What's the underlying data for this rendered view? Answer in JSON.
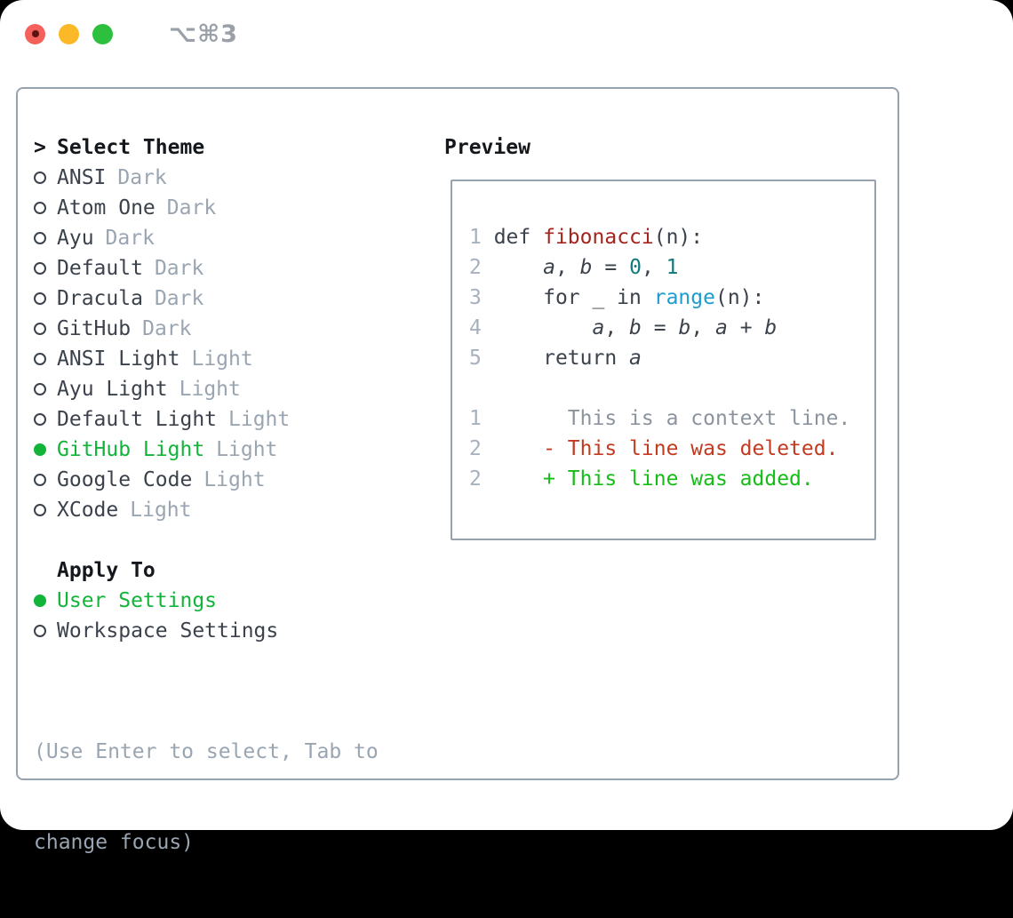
{
  "window": {
    "shortcut": "⌥⌘3"
  },
  "colors": {
    "tl-red": "#f4605a",
    "tl-red-dot": "#5c1210",
    "tl-yellow": "#fbb927",
    "tl-green": "#2dbf3e",
    "border": "#98a2ac",
    "black": "#14181d",
    "fg": "#3b424c",
    "gray": "#9aa5b2",
    "gray2": "#9aa0a8",
    "green": "#12b43a",
    "ln": "#a7b1be",
    "fn": "#a5231d",
    "num": "#10797e",
    "builtin": "#1e9cd2",
    "ctx": "#8b949e",
    "del": "#c33a20",
    "add": "#16bd16"
  },
  "theme_picker": {
    "selector": ">",
    "header": "Select Theme",
    "items": [
      {
        "label": "ANSI",
        "tag": "Dark",
        "selected": false
      },
      {
        "label": "Atom One",
        "tag": "Dark",
        "selected": false
      },
      {
        "label": "Ayu",
        "tag": "Dark",
        "selected": false
      },
      {
        "label": "Default",
        "tag": "Dark",
        "selected": false
      },
      {
        "label": "Dracula",
        "tag": "Dark",
        "selected": false
      },
      {
        "label": "GitHub",
        "tag": "Dark",
        "selected": false
      },
      {
        "label": "ANSI Light",
        "tag": "Light",
        "selected": false
      },
      {
        "label": "Ayu Light",
        "tag": "Light",
        "selected": false
      },
      {
        "label": "Default Light",
        "tag": "Light",
        "selected": false
      },
      {
        "label": "GitHub Light",
        "tag": "Light",
        "selected": true
      },
      {
        "label": "Google Code",
        "tag": "Light",
        "selected": false
      },
      {
        "label": "XCode",
        "tag": "Light",
        "selected": false
      }
    ]
  },
  "apply_to": {
    "header": "Apply To",
    "options": [
      {
        "label": "User Settings",
        "selected": true
      },
      {
        "label": "Workspace Settings",
        "selected": false
      }
    ]
  },
  "hint_lines": [
    "(Use Enter to select, Tab to",
    "change focus)"
  ],
  "preview": {
    "header": "Preview",
    "lines": [
      [
        {
          "t": "1",
          "c": "ln"
        },
        {
          "t": " def ",
          "c": "fg"
        },
        {
          "t": "fibonacci",
          "c": "fn"
        },
        {
          "t": "(n):",
          "c": "fg"
        }
      ],
      [
        {
          "t": "2",
          "c": "ln"
        },
        {
          "t": "     ",
          "c": "fg"
        },
        {
          "t": "a",
          "c": "var"
        },
        {
          "t": ", ",
          "c": "fg"
        },
        {
          "t": "b",
          "c": "var"
        },
        {
          "t": " = ",
          "c": "fg"
        },
        {
          "t": "0",
          "c": "num"
        },
        {
          "t": ", ",
          "c": "fg"
        },
        {
          "t": "1",
          "c": "num"
        }
      ],
      [
        {
          "t": "3",
          "c": "ln"
        },
        {
          "t": "     for _ in ",
          "c": "fg"
        },
        {
          "t": "range",
          "c": "builtin"
        },
        {
          "t": "(n):",
          "c": "fg"
        }
      ],
      [
        {
          "t": "4",
          "c": "ln"
        },
        {
          "t": "         ",
          "c": "fg"
        },
        {
          "t": "a",
          "c": "var"
        },
        {
          "t": ", ",
          "c": "fg"
        },
        {
          "t": "b",
          "c": "var"
        },
        {
          "t": " = ",
          "c": "fg"
        },
        {
          "t": "b",
          "c": "var"
        },
        {
          "t": ", ",
          "c": "fg"
        },
        {
          "t": "a",
          "c": "var"
        },
        {
          "t": " + ",
          "c": "fg"
        },
        {
          "t": "b",
          "c": "var"
        }
      ],
      [
        {
          "t": "5",
          "c": "ln"
        },
        {
          "t": "     return ",
          "c": "fg"
        },
        {
          "t": "a",
          "c": "var"
        }
      ],
      [],
      [
        {
          "t": "1",
          "c": "ln"
        },
        {
          "t": "       This is a context line.",
          "c": "ctx"
        }
      ],
      [
        {
          "t": "2",
          "c": "ln"
        },
        {
          "t": "     - This line was deleted.",
          "c": "del"
        }
      ],
      [
        {
          "t": "2",
          "c": "ln"
        },
        {
          "t": "     + This line was added.",
          "c": "add"
        }
      ]
    ]
  }
}
